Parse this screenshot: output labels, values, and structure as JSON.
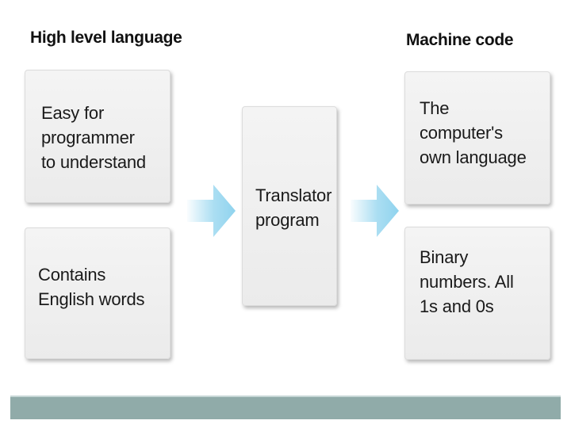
{
  "headings": {
    "left": "High level language",
    "right": "Machine code"
  },
  "boxes": {
    "hll_top": "Easy for\nprogrammer\nto understand",
    "hll_bottom": "Contains\nEnglish words",
    "translator": "Translator\nprogram",
    "mc_top": "The\ncomputer's\nown language",
    "mc_bottom": "Binary\nnumbers. All\n1s and 0s"
  },
  "colors": {
    "arrow": "#8fd3ee",
    "bar": "#90aba9",
    "box": "#eeeeee"
  },
  "icons": {
    "arrow_1": "right-arrow-icon",
    "arrow_2": "right-arrow-icon"
  }
}
